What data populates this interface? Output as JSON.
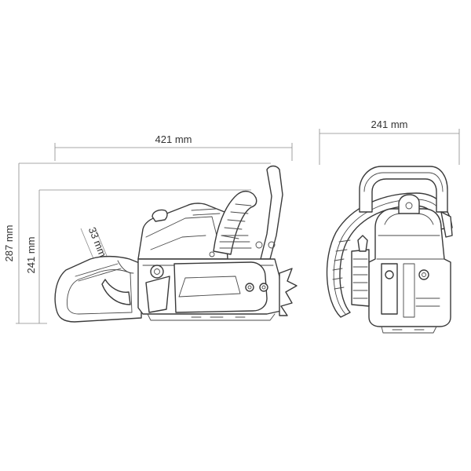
{
  "dimensions": {
    "length": "421 mm",
    "width": "241 mm",
    "height_total": "287 mm",
    "height_body": "241 mm",
    "handle_offset": "33 mm"
  },
  "colors": {
    "line": "#3a3a3a",
    "dimension": "#8a8a8a",
    "background": "#ffffff"
  }
}
